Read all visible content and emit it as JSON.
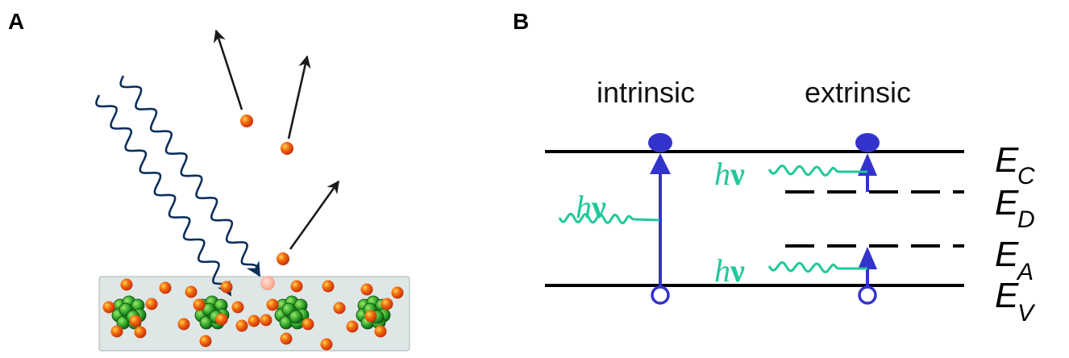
{
  "panel_a": {
    "label": "A"
  },
  "panel_b": {
    "label": "B",
    "columns": {
      "intrinsic": "intrinsic",
      "extrinsic": "extrinsic"
    },
    "photon_symbol": {
      "h": "h",
      "nu": "ν"
    },
    "levels": [
      {
        "main": "E",
        "sub": "C"
      },
      {
        "main": "E",
        "sub": "D"
      },
      {
        "main": "E",
        "sub": "A"
      },
      {
        "main": "E",
        "sub": "V"
      }
    ]
  },
  "colors": {
    "photon_wave_a": "#0d2f5c",
    "electron": "#e8400c",
    "cluster": "#1f8a1f",
    "substrate": "#dfe6e6",
    "transition_arrow": "#3333cc",
    "photon_wave_b": "#20c89a",
    "band_line": "#000000"
  }
}
